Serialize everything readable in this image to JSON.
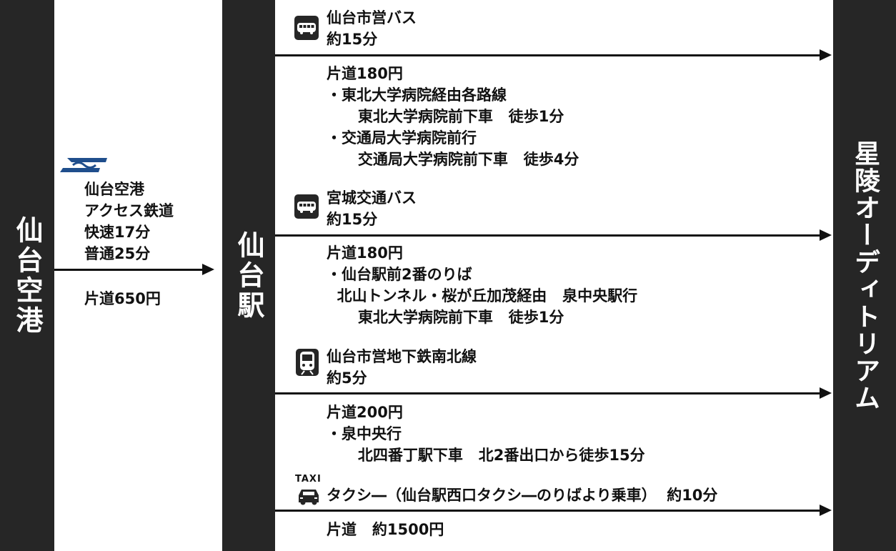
{
  "origin": {
    "label": "仙台空港"
  },
  "hub": {
    "label": "仙台駅"
  },
  "destination": {
    "label": "星陵オーディトリアム"
  },
  "airport_rail": {
    "lines": "仙台空港\nアクセス鉄道\n快速17分\n普通25分",
    "fare": "片道650円",
    "logo_icon": "sat-logo-icon"
  },
  "routes": {
    "city_bus": {
      "icon": "bus-icon",
      "heading": "仙台市営バス\n約15分",
      "detail": "片道180円\n・東北大学病院経由各路線\n      東北大学病院前下車   徒歩1分\n・交通局大学病院前行\n      交通局大学病院前下車   徒歩4分"
    },
    "miyagi_bus": {
      "icon": "bus-icon",
      "heading": "宮城交通バス\n約15分",
      "detail": "片道180円\n・仙台駅前2番のりば\n  北山トンネル・桜が丘加茂経由   泉中央駅行\n      東北大学病院前下車   徒歩1分"
    },
    "subway": {
      "icon": "train-icon",
      "heading": "仙台市営地下鉄南北線\n約5分",
      "detail": "片道200円\n・泉中央行\n      北四番丁駅下車   北2番出口から徒歩15分"
    },
    "taxi": {
      "icon": "taxi-icon",
      "sign": "TAXI",
      "heading": "タクシ―（仙台駅西口タクシ―のりばより乗車）  約10分",
      "detail": "片道   約1500円"
    }
  },
  "colors": {
    "bar": "#262626",
    "text": "#111111",
    "logo": "#1f4e8c"
  }
}
